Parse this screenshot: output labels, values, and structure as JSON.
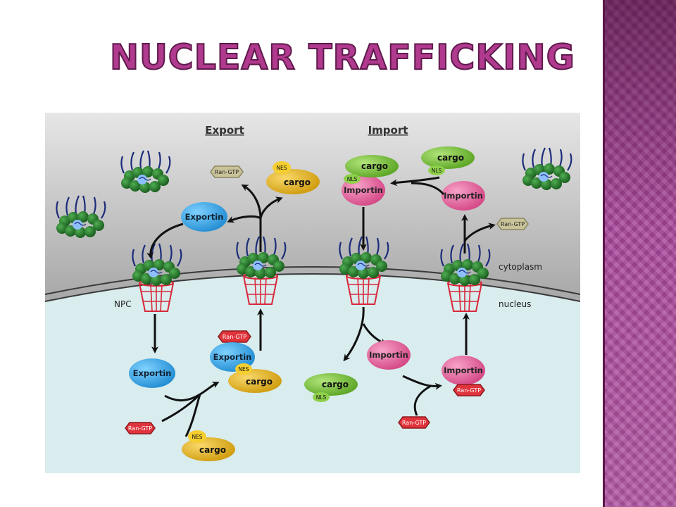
{
  "title": "NUCLEAR TRAFFICKING",
  "diagram": {
    "headings": {
      "export": "Export",
      "import": "Import"
    },
    "compartments": {
      "cytoplasm": "cytoplasm",
      "nucleus": "nucleus",
      "npc": "NPC"
    },
    "molecules": {
      "exportin": "Exportin",
      "importin": "Importin",
      "cargo": "cargo",
      "ran_gtp": "Ran-GTP",
      "nes": "NES",
      "nls": "NLS"
    }
  },
  "colors": {
    "title_fill": "#b03a8e",
    "title_outline": "#5e1a4c",
    "side_band": "#a8469a",
    "exportin": "#1fa0e6",
    "importin": "#e0528e",
    "cargo_export": "#e5b20e",
    "cargo_import": "#6cbe2a",
    "ran_gtp_cyto": "#c9c39a",
    "ran_gtp_nuc": "#e0343c",
    "npc_green": "#1f7a24",
    "npc_basket": "#d8283a"
  }
}
